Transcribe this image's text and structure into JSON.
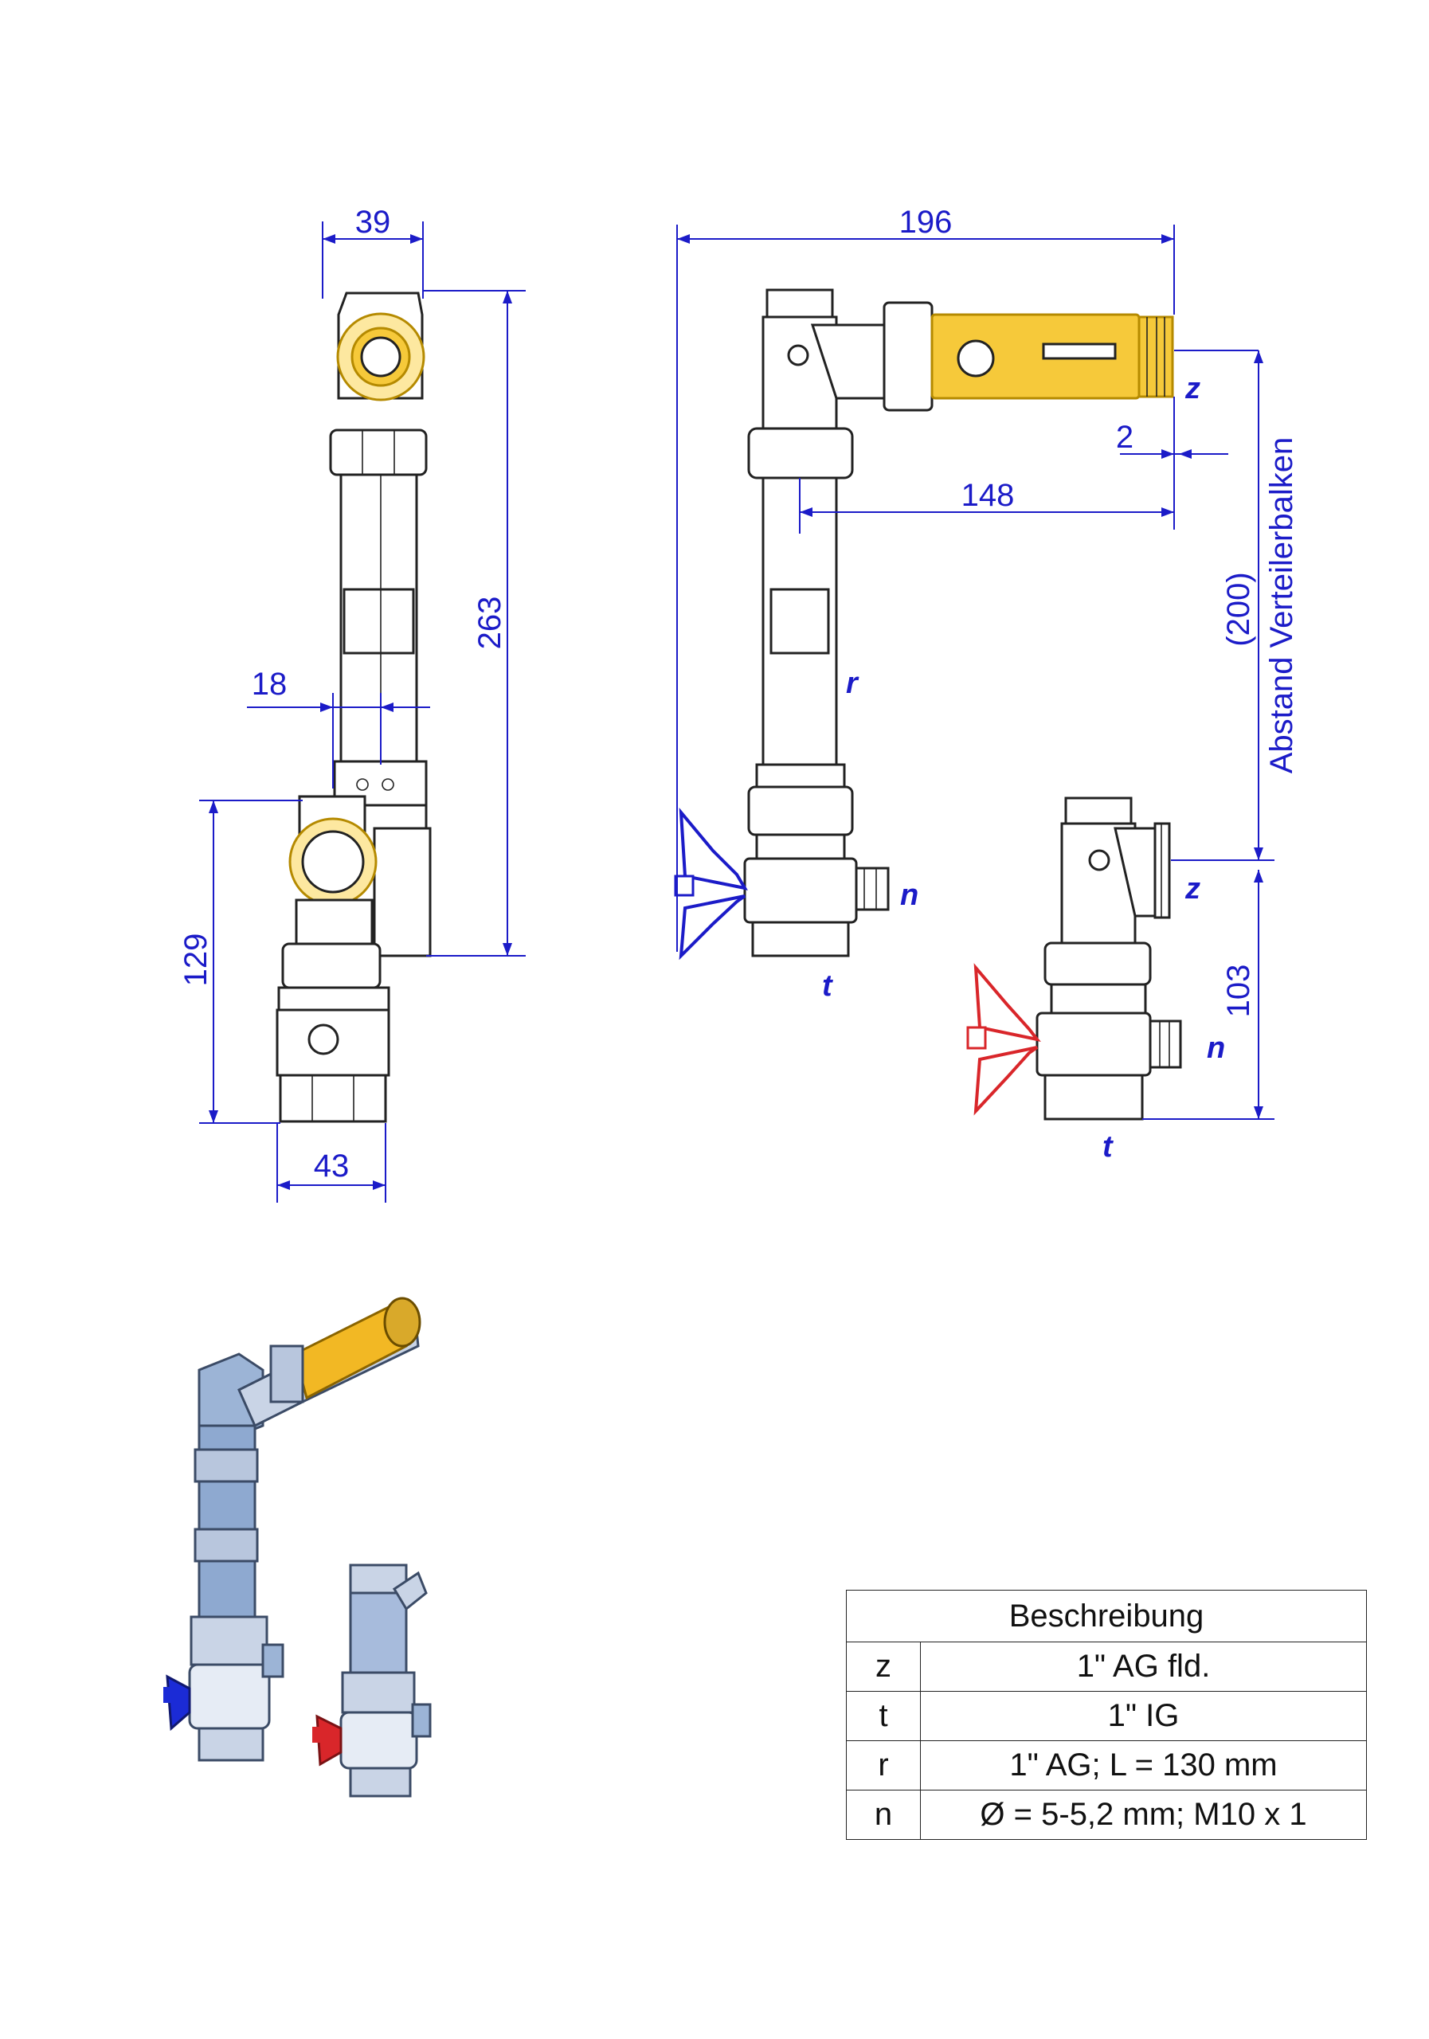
{
  "dimensions": {
    "front_top_width": "39",
    "front_total_height": "263",
    "front_offset": "18",
    "front_lower_height": "129",
    "front_bottom_width": "43",
    "side_total_width": "196",
    "side_gap": "2",
    "side_reach": "148",
    "side_spacing_value": "(200)",
    "side_spacing_text": "Abstand Verteilerbalken",
    "short_height": "103"
  },
  "labels": {
    "z": "z",
    "r": "r",
    "n": "n",
    "t": "t"
  },
  "handle_colors": {
    "long_assembly": "#1b1bc8",
    "short_assembly": "#d9262a",
    "flowmeter": "#f6c93a"
  },
  "table": {
    "header": "Beschreibung",
    "rows": [
      {
        "key": "z",
        "value": "1\" AG fld."
      },
      {
        "key": "t",
        "value": "1\" IG"
      },
      {
        "key": "r",
        "value": "1\" AG; L = 130 mm"
      },
      {
        "key": "n",
        "value": "Ø = 5-5,2 mm; M10 x 1"
      }
    ]
  }
}
